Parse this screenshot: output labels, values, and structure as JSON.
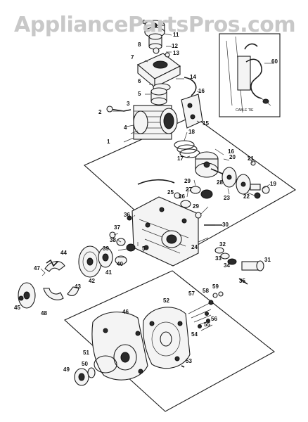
{
  "watermark": "AppliancePartsPros.com",
  "inset": {
    "caption": "CABLE TIE",
    "callout": "60"
  },
  "callouts": [
    "1",
    "2",
    "3",
    "4",
    "5",
    "6",
    "7",
    "8",
    "9",
    "10",
    "11",
    "12",
    "13",
    "14",
    "15",
    "16",
    "17",
    "18",
    "19",
    "20",
    "21",
    "22",
    "23",
    "24",
    "25",
    "26",
    "27",
    "28",
    "29",
    "30",
    "31",
    "32",
    "33",
    "34",
    "35",
    "36",
    "37",
    "38",
    "39",
    "40",
    "41",
    "42",
    "43",
    "44",
    "45",
    "46",
    "47",
    "48",
    "49",
    "50",
    "51",
    "52",
    "53",
    "54",
    "55",
    "56",
    "57",
    "58",
    "59",
    "60"
  ]
}
